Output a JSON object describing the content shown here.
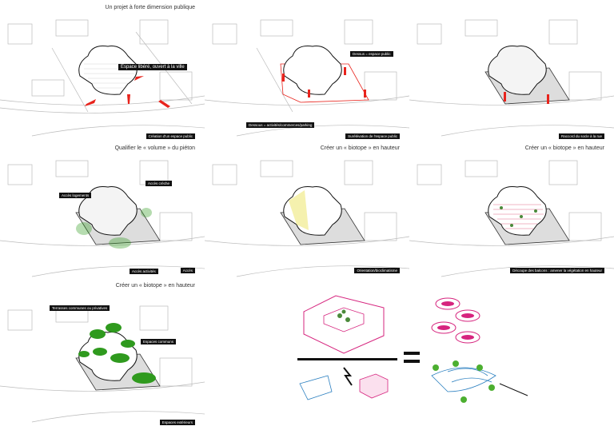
{
  "panels": [
    {
      "title": "Un projet à forte dimension publique",
      "callouts": [
        "Espace libéré, ouvert à la ville"
      ],
      "caption": "Création d'un espace public"
    },
    {
      "title": "",
      "callouts": [
        "Dessus = espace public",
        "Dessous = activités/commerces/parking"
      ],
      "caption": "Surélévation de l'espace public"
    },
    {
      "title": "",
      "callouts": [],
      "caption": "Raccord du socle à la rue"
    },
    {
      "title": "Qualifier le « volume » du piéton",
      "callouts": [
        "Accès logements",
        "Accès crèche",
        "Accès activités"
      ],
      "caption": "Accès"
    },
    {
      "title": "Créer un « biotope » en hauteur",
      "callouts": [],
      "caption": "Orientation/bioclimatisme"
    },
    {
      "title": "Créer un « biotope » en hauteur",
      "callouts": [],
      "caption": "Découpe des balcons : amener la végétation en hauteur"
    },
    {
      "title": "Créer un « biotope » en hauteur",
      "callouts": [
        "Terrasses communes ou privatives",
        "Espaces communs"
      ],
      "caption": "Espaces extérieurs"
    }
  ],
  "colors": {
    "red": "#e8231c",
    "green": "#2f9a1e",
    "pink": "#d6247e",
    "blue": "#2a7fc0",
    "yellow": "#f2ee9a"
  }
}
